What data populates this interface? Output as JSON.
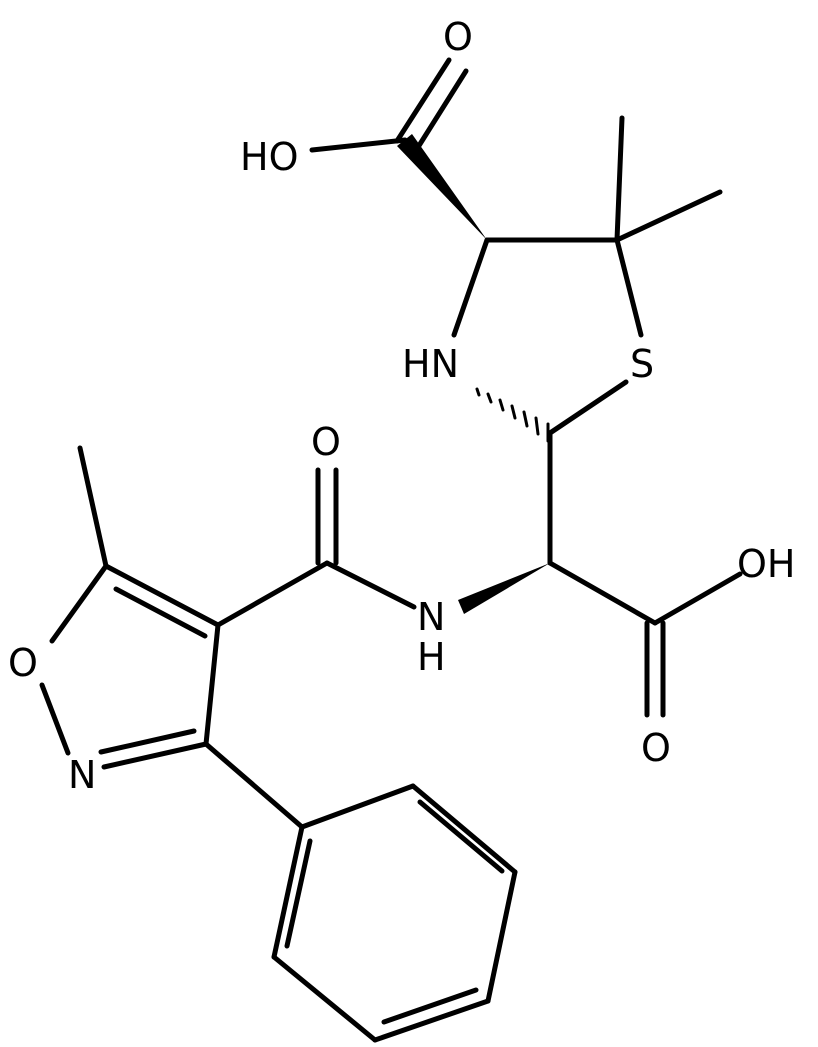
{
  "labels": {
    "oh_top": "HO",
    "o_top": "O",
    "nh_ring": "HN",
    "s_ring": "S",
    "o_amide": "O",
    "oh_right": "OH",
    "nh_amide_n": "N",
    "nh_amide_h": "H",
    "o_right": "O",
    "o_isoxazole": "O",
    "n_isoxazole": "N"
  },
  "colors": {
    "bond": "#000000",
    "text": "#000000",
    "background": "#ffffff"
  }
}
